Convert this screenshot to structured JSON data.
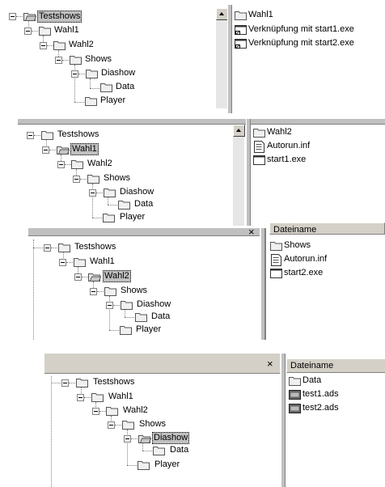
{
  "panels": [
    {
      "tree": [
        "Testshows",
        "Wahl1",
        "Wahl2",
        "Shows",
        "Diashow",
        "Data",
        "Player"
      ],
      "selected": "Testshows",
      "files": [
        {
          "name": "Wahl1",
          "icon": "folder-icon"
        },
        {
          "name": "Verknüpfung mit start1.exe",
          "icon": "shortcut-icon"
        },
        {
          "name": "Verknüpfung mit start2.exe",
          "icon": "shortcut-icon"
        }
      ]
    },
    {
      "tree": [
        "Testshows",
        "Wahl1",
        "Wahl2",
        "Shows",
        "Diashow",
        "Data",
        "Player"
      ],
      "selected": "Wahl1",
      "files": [
        {
          "name": "Wahl2",
          "icon": "folder-icon"
        },
        {
          "name": "Autorun.inf",
          "icon": "inf-file-icon"
        },
        {
          "name": "start1.exe",
          "icon": "exe-icon"
        }
      ]
    },
    {
      "header": "Dateiname",
      "close": "×",
      "tree": [
        "Testshows",
        "Wahl1",
        "Wahl2",
        "Shows",
        "Diashow",
        "Data",
        "Player"
      ],
      "selected": "Wahl2",
      "files": [
        {
          "name": "Shows",
          "icon": "folder-icon"
        },
        {
          "name": "Autorun.inf",
          "icon": "inf-file-icon"
        },
        {
          "name": "start2.exe",
          "icon": "exe-icon"
        }
      ]
    },
    {
      "header": "Dateiname",
      "close": "×",
      "tree": [
        "Testshows",
        "Wahl1",
        "Wahl2",
        "Shows",
        "Diashow",
        "Data",
        "Player"
      ],
      "selected": "Diashow",
      "files": [
        {
          "name": "Data",
          "icon": "folder-icon"
        },
        {
          "name": "test1.ads",
          "icon": "ads-file-icon"
        },
        {
          "name": "test2.ads",
          "icon": "ads-file-icon"
        }
      ]
    }
  ]
}
